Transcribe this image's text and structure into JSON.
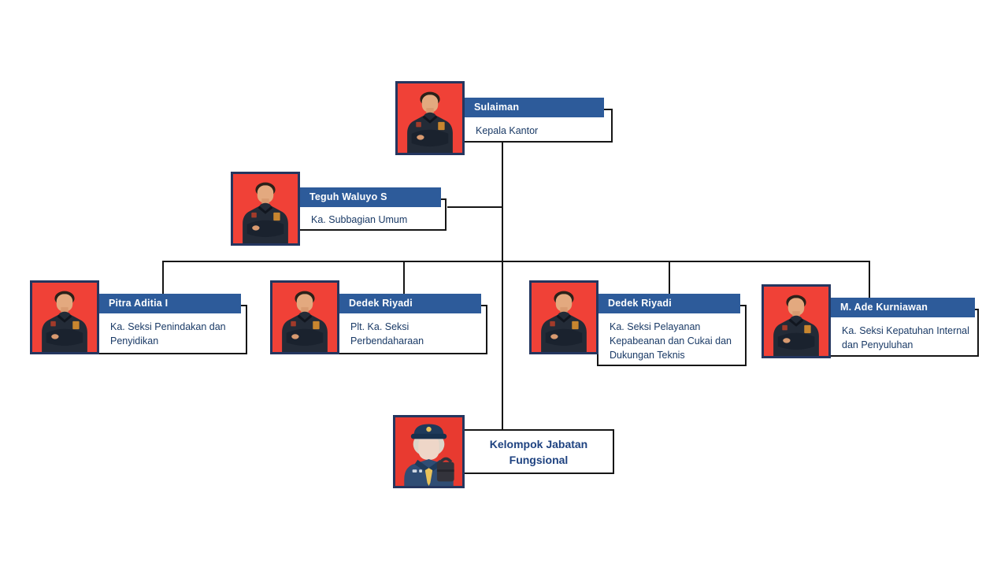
{
  "diagram": {
    "type": "org-chart",
    "background": "#ffffff",
    "colors": {
      "name_bar": "#2d5b9a",
      "name_text": "#ffffff",
      "title_text": "#1a3a66",
      "photo_background_red": "#f04137",
      "photo_border_navy": "#24365f",
      "box_border": "#161616",
      "connector_line": "#161616",
      "functional_label_text": "#1e4280"
    },
    "nodes": [
      {
        "id": "sulaiman",
        "level": 1,
        "name": "Sulaiman",
        "title": "Kepala Kantor",
        "photo": "officer-portrait-photo"
      },
      {
        "id": "teguh",
        "level": 2,
        "name": "Teguh Waluyo S",
        "title": "Ka. Subbagian Umum",
        "photo": "officer-portrait-photo"
      },
      {
        "id": "pitra",
        "level": 3,
        "name": "Pitra Aditia I",
        "title": "Ka. Seksi Penindakan dan Penyidikan",
        "photo": "officer-portrait-photo"
      },
      {
        "id": "dedek1",
        "level": 3,
        "name": "Dedek Riyadi",
        "title": "Plt. Ka. Seksi Perbendaharaan",
        "photo": "officer-portrait-photo"
      },
      {
        "id": "dedek2",
        "level": 3,
        "name": "Dedek Riyadi",
        "title": "Ka. Seksi Pelayanan Kepabeanan dan Cukai dan Dukungan Teknis",
        "photo": "officer-portrait-photo"
      },
      {
        "id": "ade",
        "level": 3,
        "name": "M. Ade Kurniawan",
        "title": "Ka. Seksi Kepatuhan Internal dan Penyuluhan",
        "photo": "officer-portrait-photo"
      }
    ],
    "functional_group": {
      "label": "Kelompok Jabatan Fungsional",
      "photo": "officer-flat-illustration"
    }
  }
}
